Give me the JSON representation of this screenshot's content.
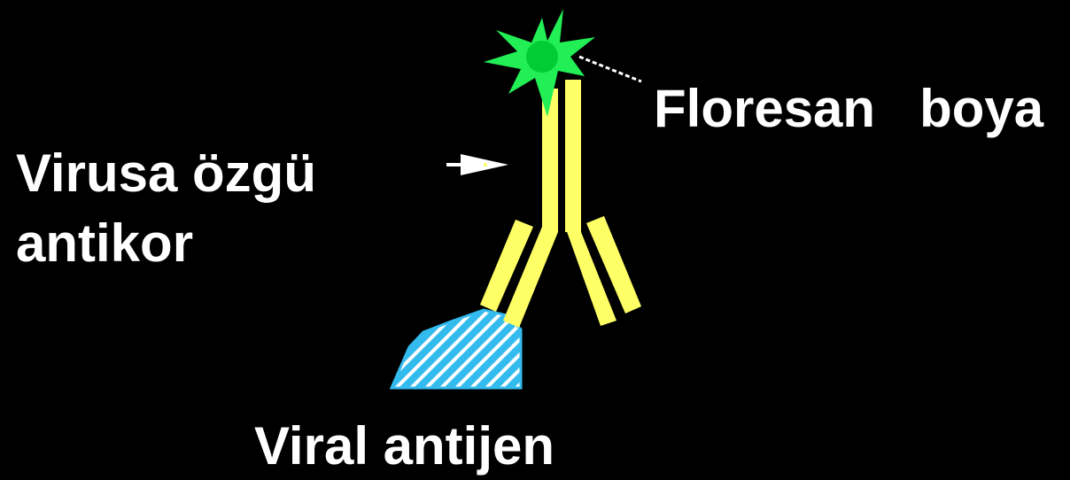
{
  "labels": {
    "fluorescent_dye": "Floresan   boya",
    "antibody_line1": "Virusa özgü",
    "antibody_line2": "antikor",
    "viral_antigen": "Viral antijen"
  },
  "colors": {
    "background": "#000000",
    "text": "#ffffff",
    "antibody": "#ffff66",
    "antibody_edge": "#e0e020",
    "fluorescent_dye": "#22ee55",
    "fluorescent_dye_core": "#00cc33",
    "antigen": "#33bbee",
    "antigen_stripe": "#ffffff",
    "leader_line": "#ffffff"
  },
  "icons": {
    "pointer": "arrow-pointer-icon"
  }
}
